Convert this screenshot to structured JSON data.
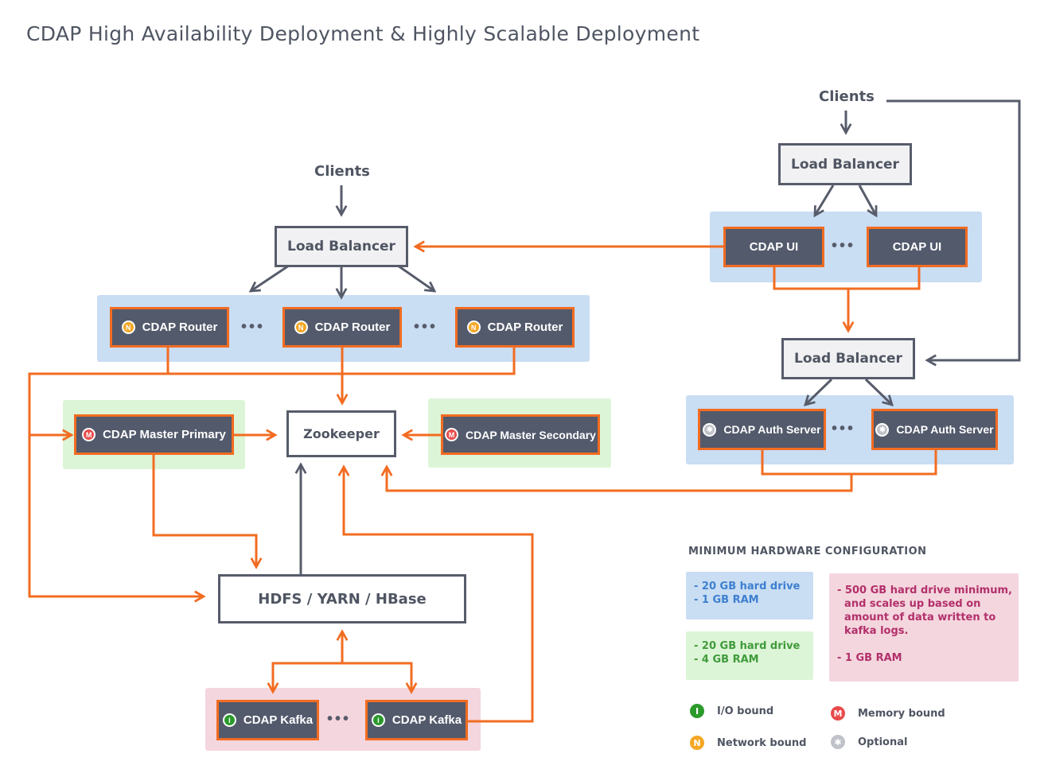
{
  "title": "CDAP High Availability Deployment & Highly Scalable Deployment",
  "clients": {
    "top_right": "Clients",
    "left": "Clients"
  },
  "load_balancers": {
    "main": "Load Balancer",
    "ui": "Load Balancer",
    "auth": "Load Balancer"
  },
  "nodes": {
    "router": "CDAP Router",
    "ui": "CDAP UI",
    "auth_server": "CDAP Auth Server",
    "master_primary": "CDAP Master Primary",
    "master_secondary": "CDAP Master Secondary",
    "zookeeper": "Zookeeper",
    "hdfs": "HDFS / YARN / HBase",
    "kafka": "CDAP Kafka"
  },
  "ellipsis": "•••",
  "badges": {
    "network": "N",
    "memory": "M",
    "io": "I",
    "optional": "✱"
  },
  "colors": {
    "network": "#f5a623",
    "memory": "#e94b4b",
    "io": "#2b9a2b",
    "optional": "#bfc2c8",
    "accent_orange": "#f26c21",
    "node_fill": "#535a6c",
    "line_gray": "#575c6b",
    "zone_blue": "#c9ddf3",
    "zone_green": "#ddf5d7",
    "zone_pink": "#f4d6de"
  },
  "hardware": {
    "title": "MINIMUM HARDWARE CONFIGURATION",
    "blue": [
      "- 20 GB hard drive",
      "- 1 GB RAM"
    ],
    "green": [
      "- 20 GB hard drive",
      "- 4 GB RAM"
    ],
    "pink": [
      "- 500 GB hard drive minimum,",
      "  and scales up based on",
      "  amount of data written to",
      "  kafka logs.",
      "",
      "- 1 GB RAM"
    ]
  },
  "legend": {
    "io": "I/O bound",
    "memory": "Memory bound",
    "network": "Network bound",
    "optional": "Optional"
  }
}
